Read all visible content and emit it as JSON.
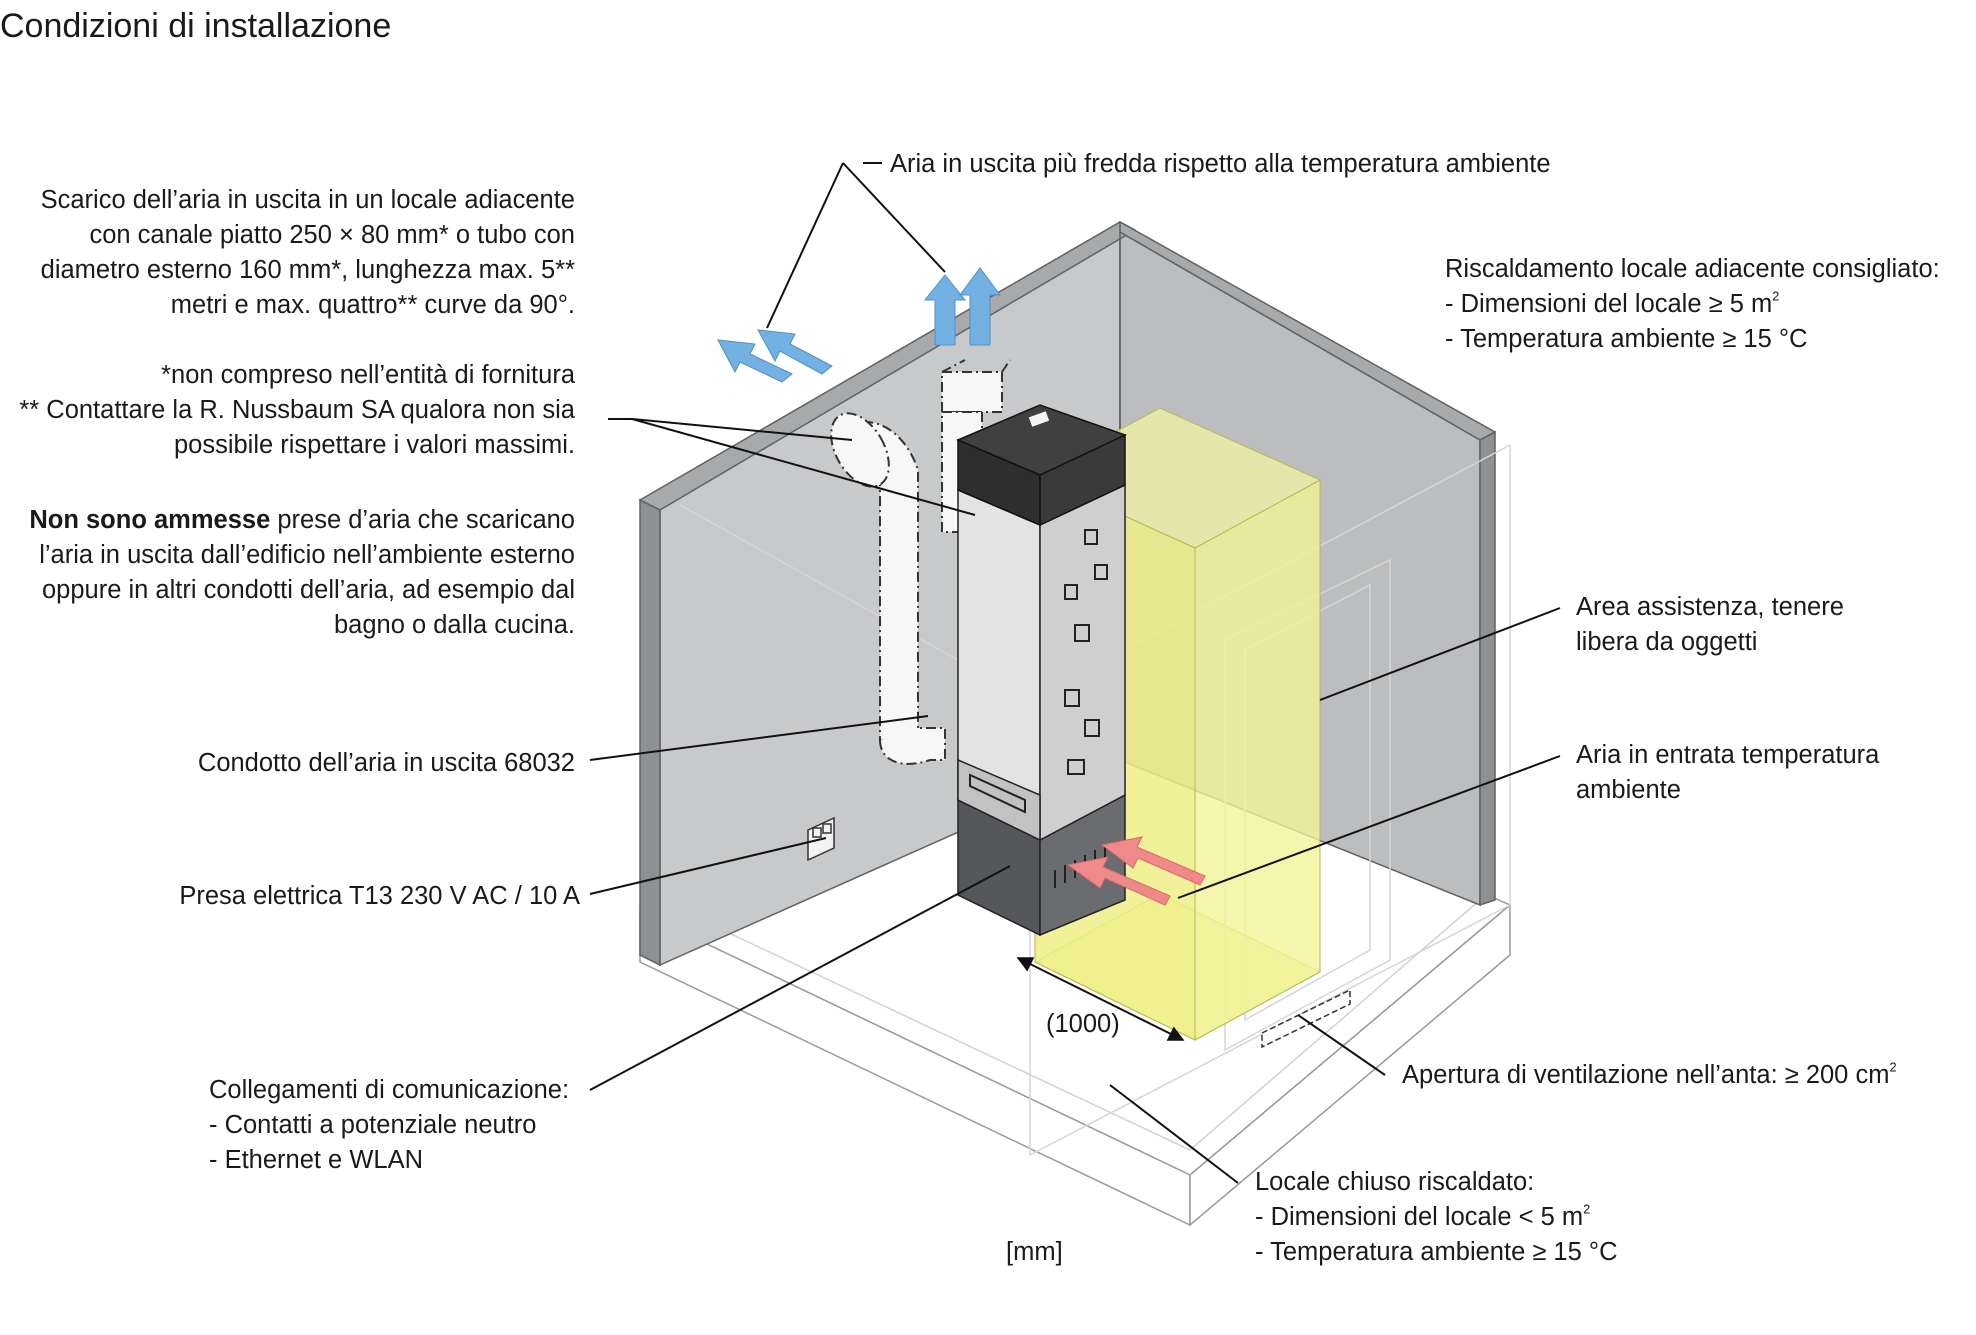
{
  "title": "Condizioni di installazione",
  "labels": {
    "exhaust_cold": "Aria in uscita più fredda rispetto alla temperatura ambiente",
    "exhaust_adjacent": {
      "l1": "Scarico dell’aria in uscita in un locale adiacente",
      "l2": "con canale piatto 250 × 80 mm* o tubo con",
      "l3": "diametro esterno 160 mm*, lunghezza max. 5**",
      "l4": "metri e max. quattro** curve da 90°."
    },
    "footnote_1": "*non compreso nell’entità di fornitura",
    "footnote_2": {
      "l1": "** Contattare la R. Nussbaum SA qualora non sia",
      "l2": "possibile rispettare i valori massimi."
    },
    "not_allowed": {
      "bold": "Non sono ammesse",
      "l1_rest": " prese d’aria che scaricano",
      "l2": "l’aria in uscita dall’edificio nell’ambiente esterno",
      "l3": "oppure in altri condotti dell’aria, ad esempio dal",
      "l4": "bagno o dalla cucina."
    },
    "exhaust_duct": "Condotto dell’aria in uscita 68032",
    "socket": "Presa elettrica T13 230 V AC / 10 A",
    "comm": {
      "l1": "Collegamenti di comunicazione:",
      "l2": "- Contatti a potenziale neutro",
      "l3": "- Ethernet e WLAN"
    },
    "heating_adjacent": {
      "l1": "Riscaldamento locale adiacente consigliato:",
      "l2": "- Dimensioni del locale ≥ 5 m",
      "l2_sup": "2",
      "l3": "- Temperatura ambiente ≥ 15 °C"
    },
    "service_area": {
      "l1": "Area assistenza, tenere",
      "l2": "libera da oggetti"
    },
    "intake": {
      "l1": "Aria in entrata temperatura",
      "l2": "ambiente"
    },
    "door_vent": {
      "text": "Apertura di ventilazione nell’anta: ≥ 200 cm",
      "sup": "2"
    },
    "closed_room": {
      "l1": "Locale chiuso riscaldato:",
      "l2": "- Dimensioni del locale < 5 m",
      "l2_sup": "2",
      "l3": "- Temperatura ambiente ≥ 15 °C"
    },
    "dimension": "(1000)",
    "unit": "[mm]"
  },
  "colors": {
    "wall_grey": "#c8c9cb",
    "service_area_yellow": "#eeee88",
    "exhaust_arrow_blue": "#74b1e3",
    "intake_arrow_red": "#f08a8a",
    "device_body": "#e3e3e3",
    "device_top": "#2e2e2e"
  }
}
